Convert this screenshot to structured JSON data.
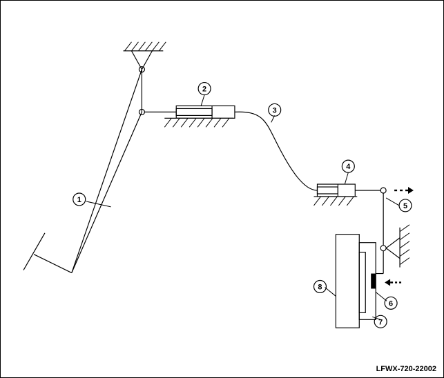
{
  "callouts": [
    "1",
    "2",
    "3",
    "4",
    "5",
    "6",
    "7",
    "8"
  ],
  "figure_code": "LFWX-720-22002"
}
